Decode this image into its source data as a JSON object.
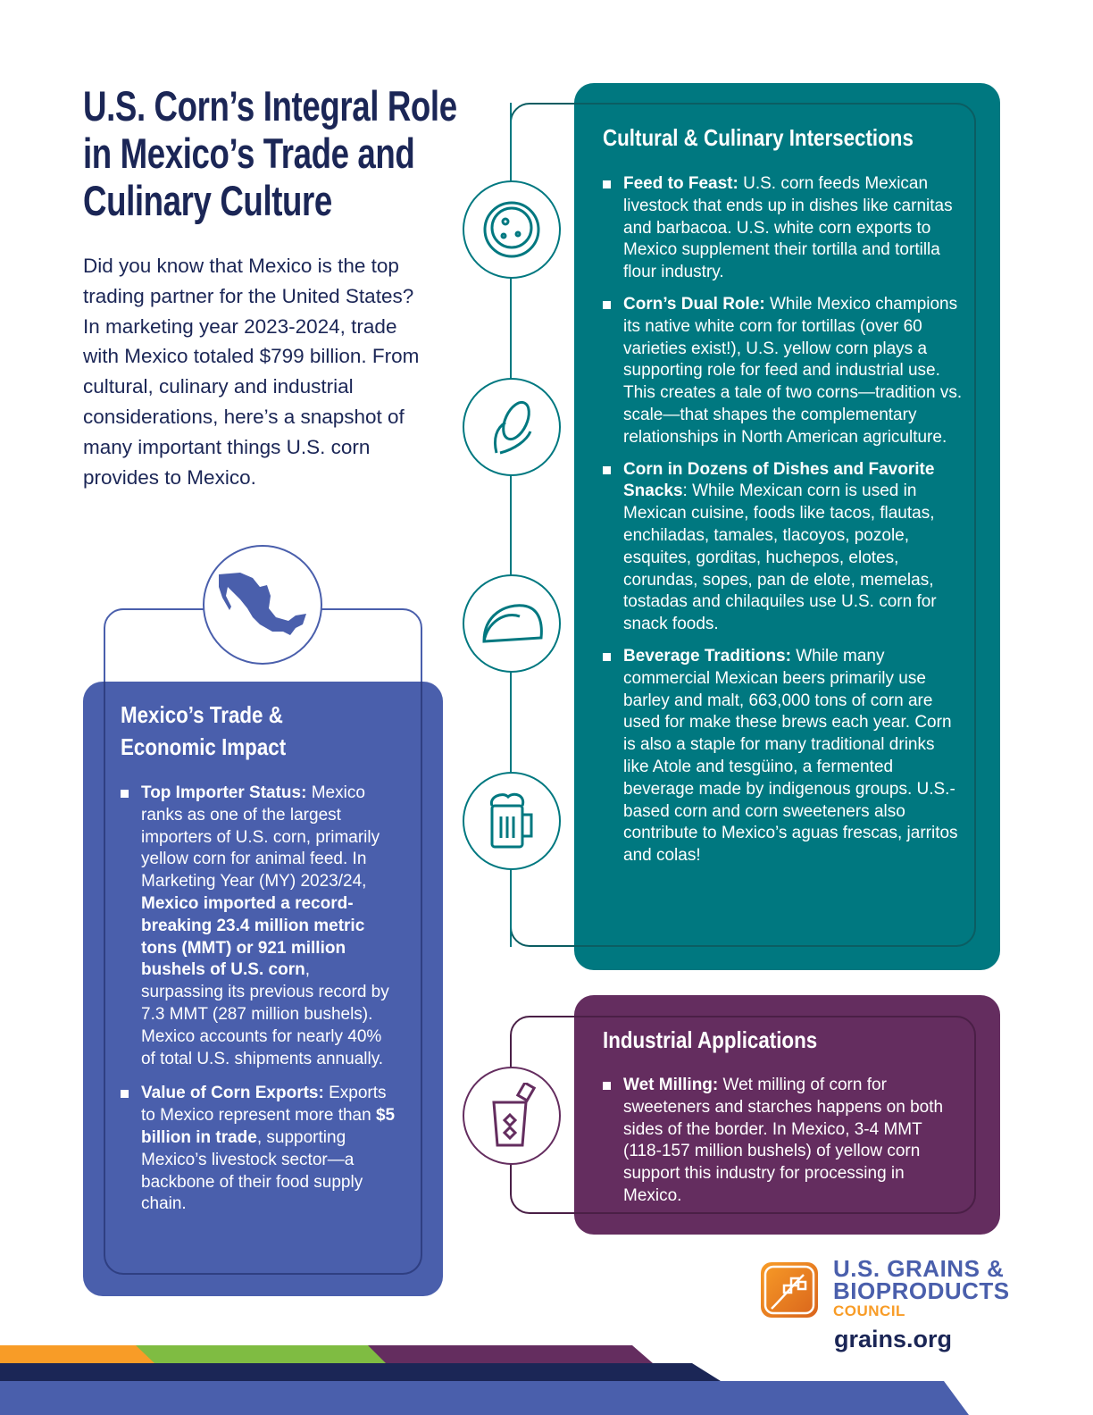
{
  "title": "U.S. Corn’s Integral Role in Mexico’s Trade and Culinary Culture",
  "intro": "Did you know that Mexico is the top trading partner for the United States? In marketing year 2023-2024, trade with Mexico totaled $799 billion. From cultural, culinary and industrial considerations, here’s a snapshot of many important things U.S. corn provides to Mexico.",
  "trade": {
    "heading": "Mexico’s Trade & Economic Impact",
    "b1": {
      "lead": "Top Importer Status:",
      "t1": " Mexico ranks as one of the largest importers of U.S. corn, primarily yellow corn for animal feed. In Marketing Year (MY) 2023/24, ",
      "bold": "Mexico imported a record-breaking 23.4 million metric tons (MMT) or 921 million bushels of U.S. corn",
      "t2": ", surpassing its previous record by 7.3 MMT (287 million bushels). Mexico accounts for nearly 40% of total U.S. shipments annually."
    },
    "b2": {
      "lead": "Value of Corn Exports:",
      "t1": " Exports to Mexico represent more than ",
      "bold": "$5 billion in trade",
      "t2": ", supporting Mexico’s livestock sector—a backbone of their food supply chain."
    }
  },
  "cultural": {
    "heading": "Cultural & Culinary Intersections",
    "items": [
      {
        "lead": "Feed to Feast:",
        "body": " U.S. corn feeds Mexican livestock that ends up in dishes like carnitas and barbacoa. U.S. white corn exports to Mexico supplement their tortilla and tortilla flour industry."
      },
      {
        "lead": "Corn’s Dual Role:",
        "body": " While Mexico champions its native white corn for tortillas (over 60 varieties exist!), U.S. yellow corn plays a supporting role for feed and industrial use. This creates a tale of two corns—tradition vs. scale—that shapes the complementary relationships in North American agriculture."
      },
      {
        "lead": "Corn in Dozens of Dishes and Favorite Snacks",
        "body": ": While Mexican corn is used in Mexican cuisine, foods like tacos, flautas, enchiladas, tamales, tlacoyos, pozole, esquites, gorditas, huchepos, elotes, corundas, sopes, pan de elote, memelas, tostadas and chilaquiles use U.S. corn for snack foods."
      },
      {
        "lead": "Beverage Traditions:",
        "body": " While many commercial Mexican beers primarily use barley and malt, 663,000 tons of corn are used for make these brews each year. Corn is also a staple for many traditional drinks like Atole and tesgüino, a fermented beverage made by indigenous groups. U.S.-based corn and corn sweeteners also contribute to Mexico’s aguas frescas, jarritos and colas!"
      }
    ]
  },
  "industrial": {
    "heading": "Industrial Applications",
    "items": [
      {
        "lead": "Wet Milling:",
        "body": " Wet milling of corn for sweeteners and starches happens on both sides of the border. In Mexico, 3-4 MMT (118-157 million bushels) of yellow corn support this industry for processing in Mexico."
      }
    ]
  },
  "logo": {
    "line1": "U.S. GRAINS &",
    "line2": "BIOPRODUCTS",
    "line3": "COUNCIL",
    "url": "grains.org"
  },
  "colors": {
    "navy": "#1b2656",
    "blue": "#4a5fac",
    "teal": "#007880",
    "purple": "#642d5f",
    "orange": "#f89c27",
    "green": "#7fbc42"
  }
}
